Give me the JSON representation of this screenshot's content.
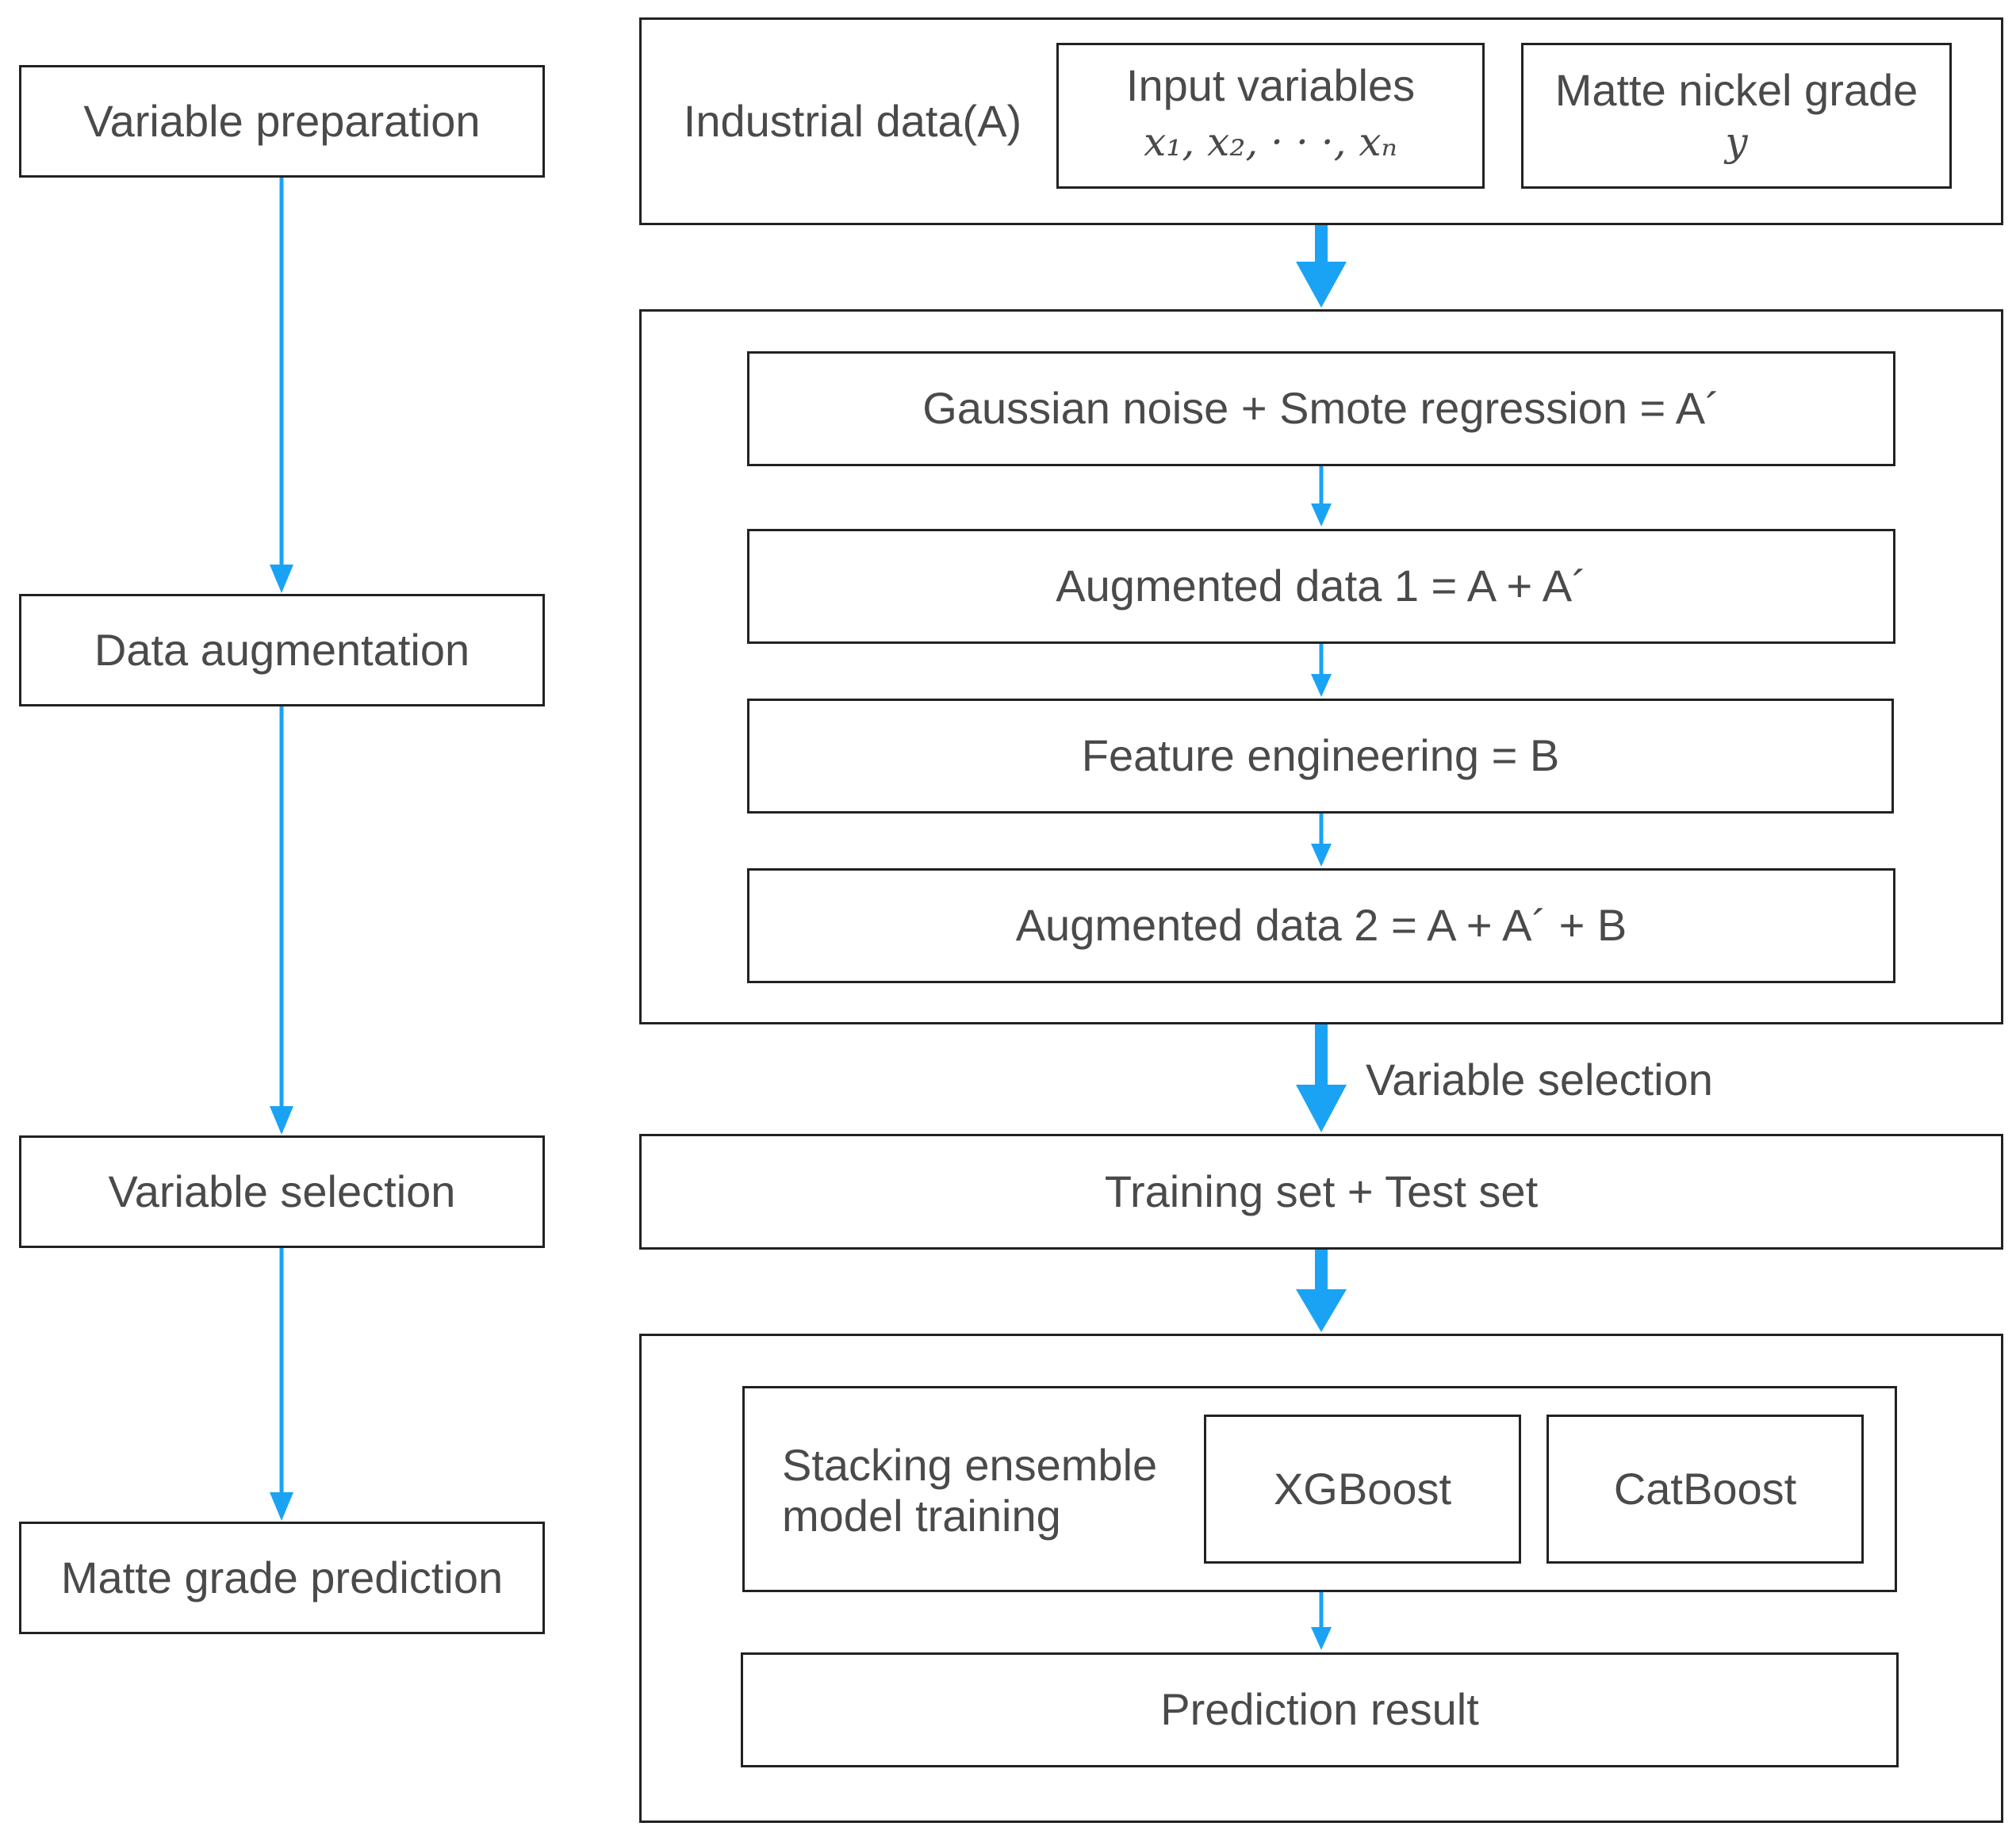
{
  "stages": {
    "prep": "Variable preparation",
    "aug": "Data augmentation",
    "sel": "Variable selection",
    "pred": "Matte grade prediction"
  },
  "industrial": {
    "label": "Industrial data(A)",
    "inputs_title": "Input variables",
    "inputs_formula": "x₁, x₂, · · ·, xₙ",
    "target_title": "Matte nickel grade",
    "target_symbol": "y"
  },
  "augmentation": {
    "step1": "Gaussian noise + Smote regression = A´",
    "step2": "Augmented data 1 = A + A´",
    "step3": "Feature engineering = B",
    "step4": "Augmented data 2 = A + A´ + B"
  },
  "selection_arrow_label": "Variable selection",
  "split": "Training set + Test set",
  "model": {
    "title_line1": "Stacking ensemble",
    "title_line2": "model training",
    "base1": "XGBoost",
    "base2": "CatBoost",
    "result": "Prediction result"
  },
  "colors": {
    "arrow": "#1aa3f5",
    "border": "#222222",
    "text": "#4a4a4a"
  }
}
